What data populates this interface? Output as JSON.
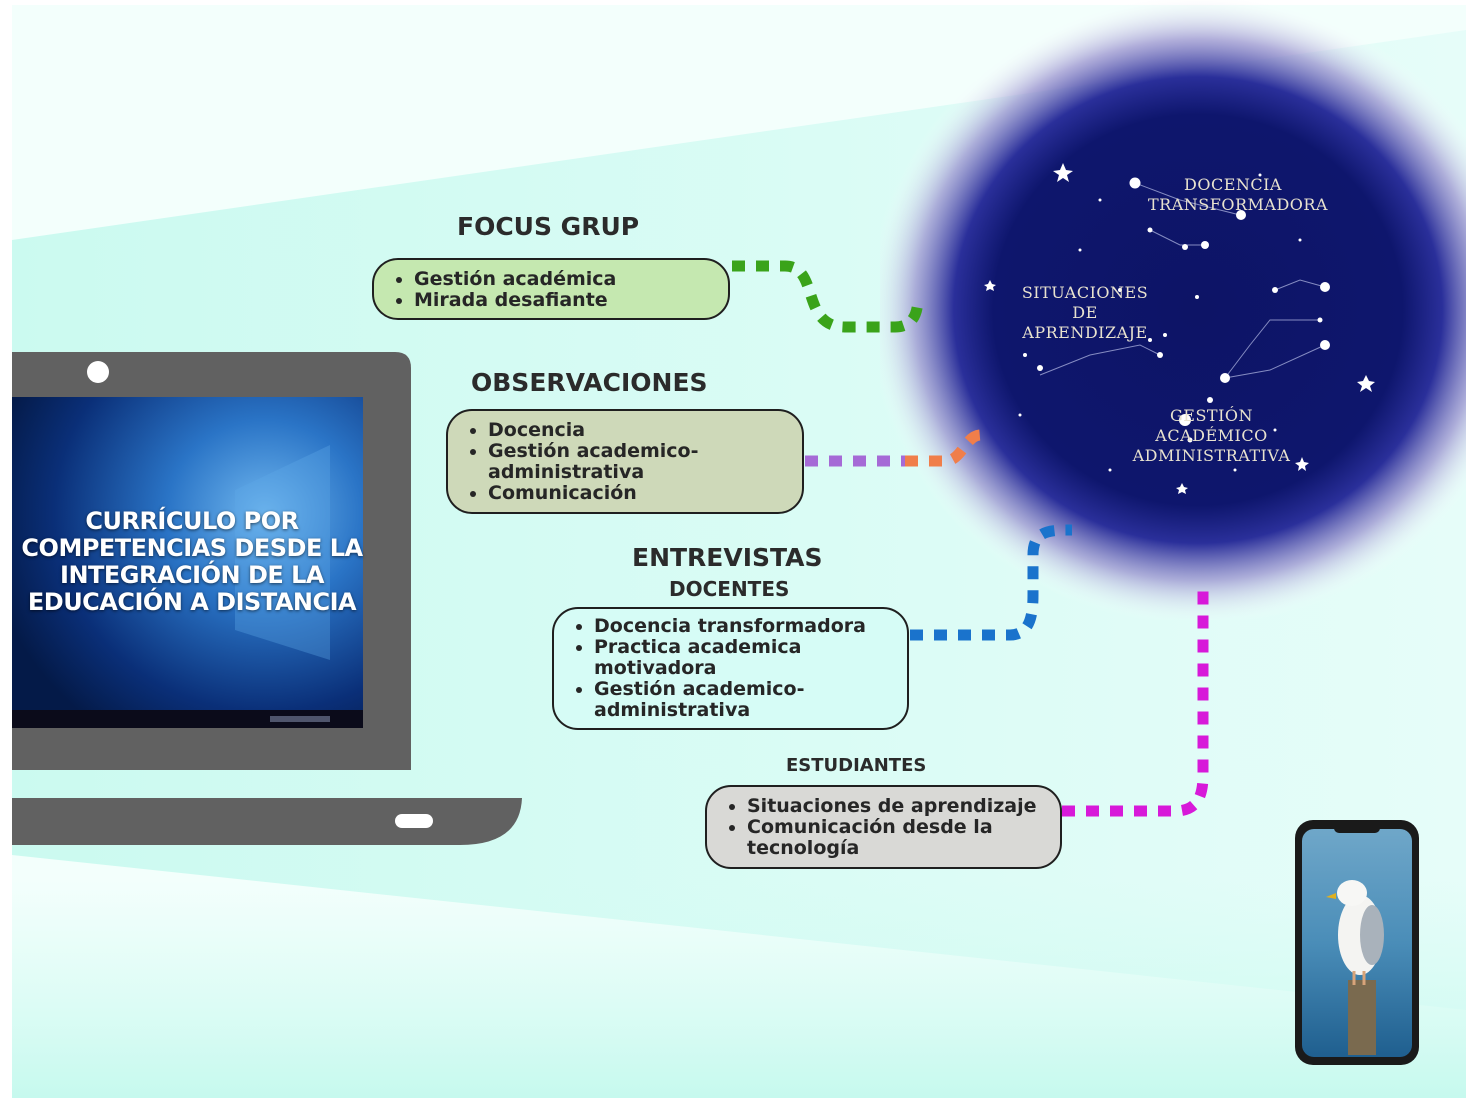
{
  "laptop": {
    "screen_title": "CURRÍCULO POR COMPETENCIAS DESDE LA INTEGRACIÓN DE LA EDUCACIÓN A DISTANCIA"
  },
  "focus_grup": {
    "title": "FOCUS GRUP",
    "items": [
      "Gestión académica",
      "Mirada desafiante"
    ]
  },
  "observaciones": {
    "title": "OBSERVACIONES",
    "items": [
      "Docencia",
      "Gestión academico-administrativa",
      "Comunicación"
    ]
  },
  "entrevistas": {
    "title": "ENTREVISTAS",
    "docentes": {
      "subtitle": "DOCENTES",
      "items": [
        "Docencia transformadora",
        "Practica academica motivadora",
        "Gestión academico-administrativa"
      ]
    },
    "estudiantes": {
      "subtitle": "ESTUDIANTES",
      "items": [
        "Situaciones de aprendizaje",
        "Comunicación desde la tecnología"
      ]
    }
  },
  "constellation": {
    "labels": {
      "docencia": "DOCENCIA TRANSFORMADORA",
      "situaciones": "SITUACIONES DE APRENDIZAJE",
      "gestion": "GESTIÓN ACADÉMICO ADMINISTRATIVA"
    }
  },
  "colors": {
    "focus_box": "#c5e8b0",
    "observaciones_box": "#ced9b9",
    "docentes_box": "#d6fcf6",
    "estudiantes_box": "#d9d9d6",
    "green_connector": "#3aa31a",
    "purple_connector": "#a56ad6",
    "orange_connector": "#f07e4a",
    "blue_connector": "#1a73cc",
    "magenta_connector": "#d719d9",
    "night_sky": "#0d1466",
    "beam": "#ccfbf1"
  },
  "icons": {
    "device_left": "laptop-icon",
    "device_right": "smartphone-icon",
    "phone_photo": "seagull-photo"
  }
}
